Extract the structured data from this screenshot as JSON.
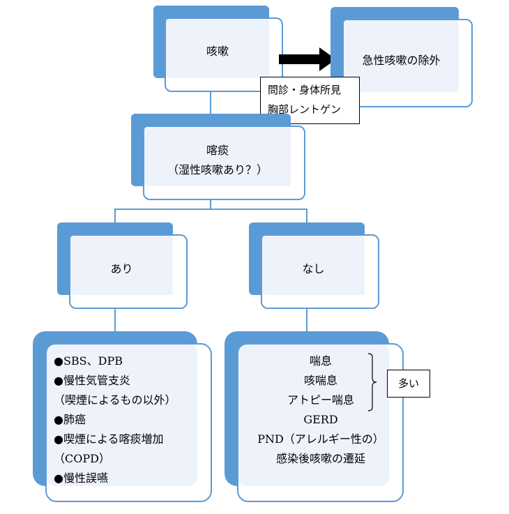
{
  "nodes": {
    "cough": "咳嗽",
    "acute_exclusion": "急性咳嗽の除外",
    "sputum_line1": "喀痰",
    "sputum_line2": "（湿性咳嗽あり？）",
    "yes": "あり",
    "no": "なし"
  },
  "exam_note": {
    "line1": "問診・身体所見",
    "line2": "胸部レントゲン"
  },
  "yes_list": [
    "●SBS、DPB",
    "●慢性気管支炎",
    "（喫煙によるもの以外）",
    "●肺癌",
    "●喫煙による喀痰増加",
    "（COPD）",
    "●慢性誤嚥"
  ],
  "no_list": [
    "喘息",
    "咳喘息",
    "アトピー喘息",
    "GERD",
    "PND（アレルギー性の）",
    "感染後咳嗽の遷延"
  ],
  "many_label": "多い",
  "colors": {
    "accent": "#5b9bd5",
    "inner": "#eef3fb"
  }
}
